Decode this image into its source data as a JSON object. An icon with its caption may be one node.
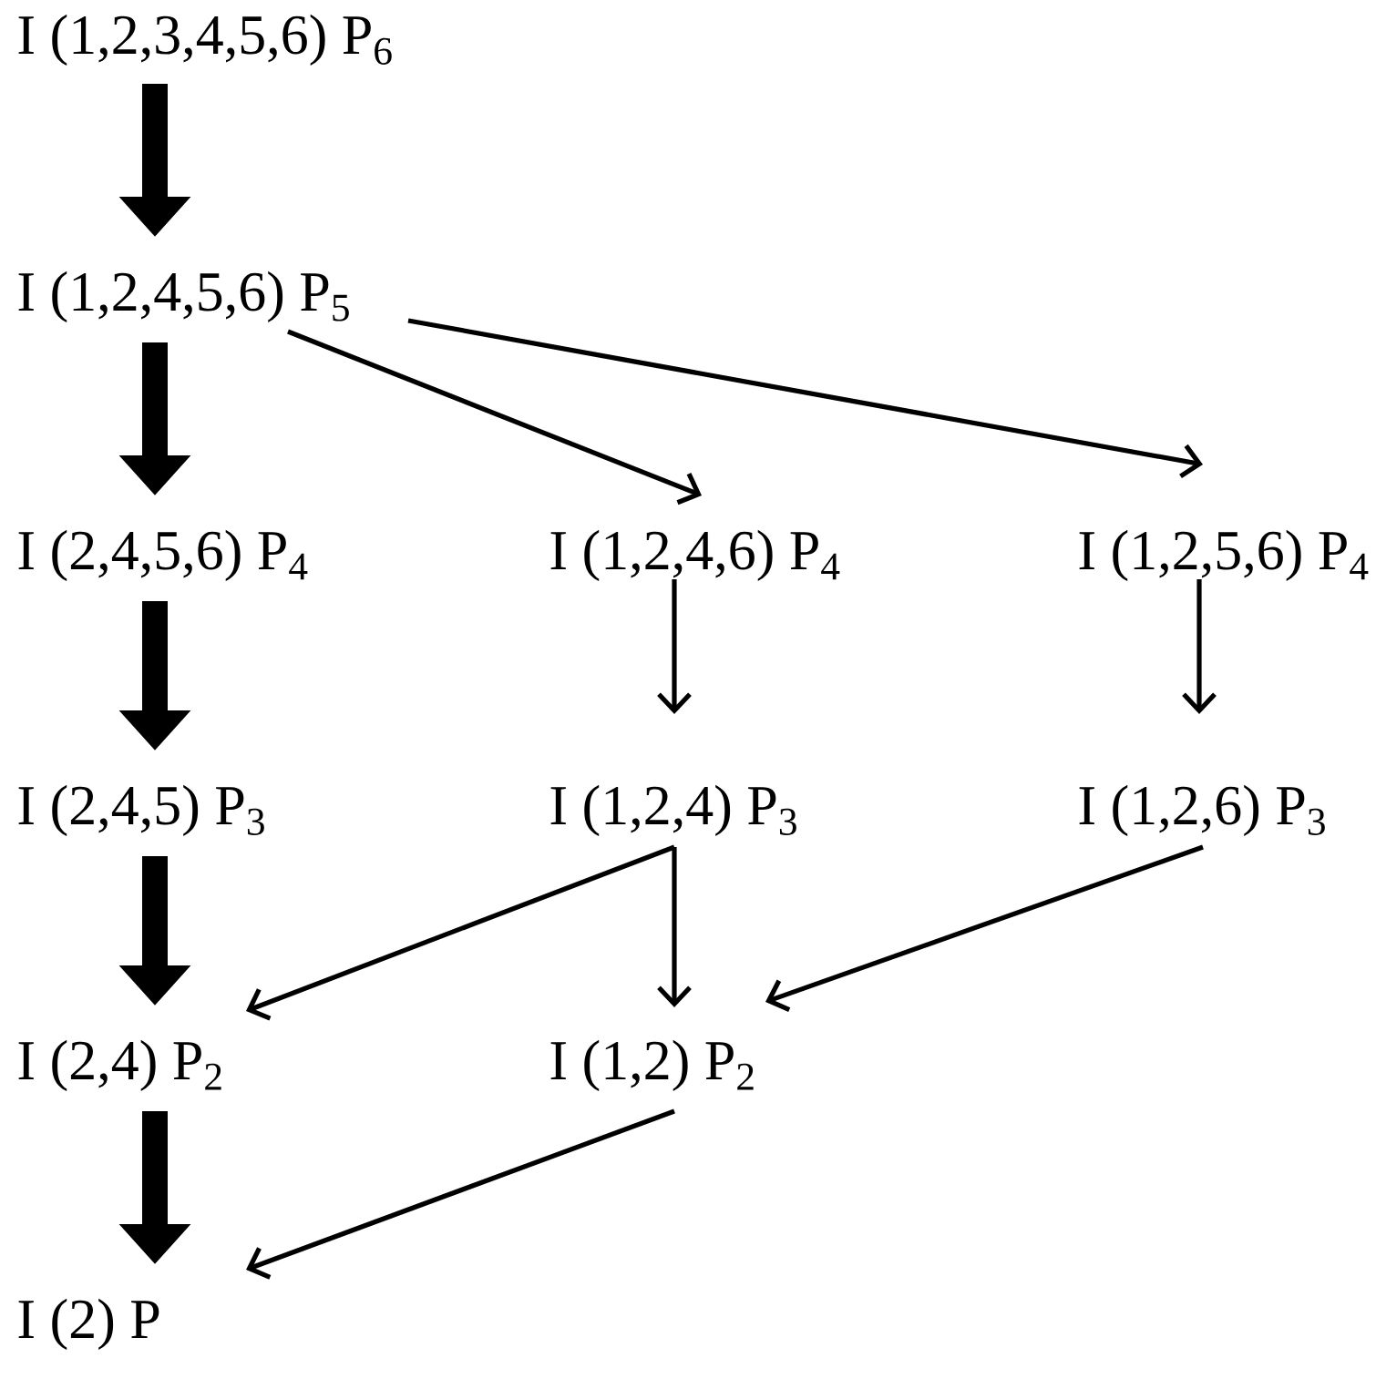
{
  "diagram": {
    "nodes": [
      {
        "text": [
          "I (1,2,3,4,5,6) P$_{6}$"
        ]
      },
      {
        "text": [
          "I (1,2,4,5,6) P$_{5}$"
        ]
      },
      {
        "text": [
          "I (2,4,5,6) P$_{4}$"
        ]
      },
      {
        "text": [
          "I (1,2,4,6) P$_{4}$"
        ]
      },
      {
        "text": [
          "I (1,2,5,6) P$_{4}$"
        ]
      },
      {
        "text": [
          "I (2,4,5) P$_{3}$"
        ]
      },
      {
        "text": [
          "I (1,2,4) P$_{3}$"
        ]
      },
      {
        "text": [
          "I (1,2,6) P$_{3}$"
        ]
      },
      {
        "text": [
          "I (2,4) P$_{2}$"
        ]
      },
      {
        "text": [
          "I (1,2) P$_{2}$"
        ]
      },
      {
        "text": [
          "I (2) P"
        ]
      }
    ],
    "edges": [
      {
        "from": 0,
        "to": 1,
        "arrow": "to",
        "style": "thick"
      },
      {
        "from": 1,
        "to": 2,
        "arrow": "to",
        "style": "thick"
      },
      {
        "from": 1,
        "to": 3,
        "arrow": "to"
      },
      {
        "from": 1,
        "to": 4,
        "arrow": "to"
      },
      {
        "from": 2,
        "to": 5,
        "arrow": "to",
        "style": "thick"
      },
      {
        "from": 3,
        "to": 6,
        "arrow": "to"
      },
      {
        "from": 4,
        "to": 7,
        "arrow": "to"
      },
      {
        "from": 5,
        "to": 8,
        "arrow": "to",
        "style": "thick"
      },
      {
        "from": 6,
        "to": 8,
        "arrow": "to"
      },
      {
        "from": 6,
        "to": 9,
        "arrow": "to"
      },
      {
        "from": 7,
        "to": 9,
        "arrow": "to"
      },
      {
        "from": 8,
        "to": 10,
        "arrow": "to",
        "style": "thick"
      },
      {
        "from": 9,
        "to": 10,
        "arrow": "to"
      }
    ]
  }
}
